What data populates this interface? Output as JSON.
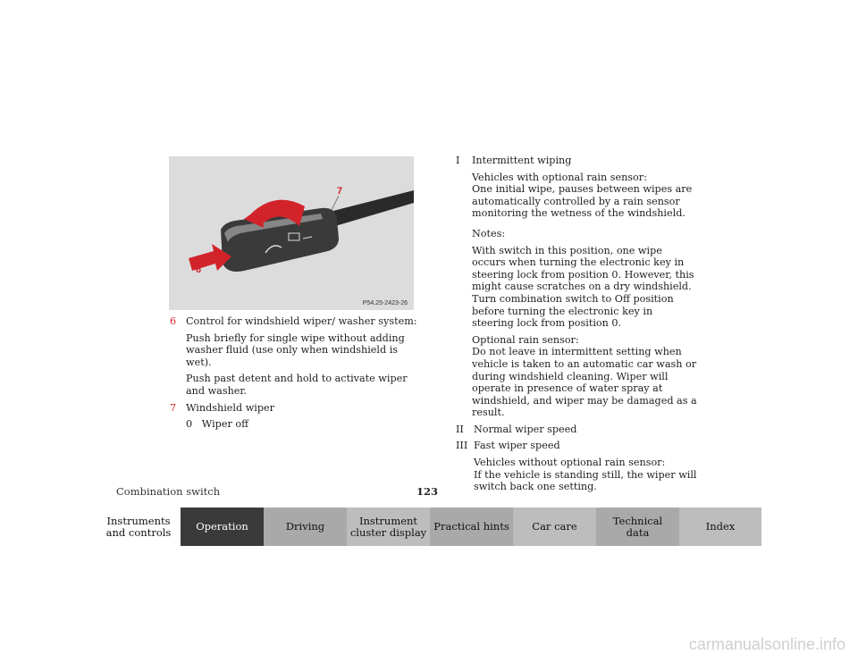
{
  "figure": {
    "code": "P54.25-2423-26",
    "callouts": [
      "7",
      "6"
    ],
    "accent_color": "#d2232a"
  },
  "left": {
    "item6": {
      "number": "6",
      "title": "Control for windshield wiper/ washer system:",
      "p1": "Push briefly for single wipe without adding washer fluid (use only when windshield is wet).",
      "p2": "Push past detent and hold to activate wiper and washer."
    },
    "item7": {
      "number": "7",
      "title": "Windshield wiper",
      "pos0_key": "0",
      "pos0_text": "Wiper off"
    }
  },
  "right": {
    "I": {
      "key": "I",
      "title": "Intermittent wiping",
      "p1a": "Vehicles with optional rain sensor:",
      "p1b": "One initial wipe, pauses between wipes are automatically controlled by a rain sensor monitoring the wetness of the windshield.",
      "notes": "Notes:",
      "p2": "With switch in this position, one wipe occurs when turning the electronic key in steering lock from position 0. However, this might cause scratches on a dry windshield. Turn combination switch to Off position before turning the electronic key in steering lock from position 0.",
      "p3a": "Optional rain sensor:",
      "p3b": "Do not leave in intermittent setting when vehicle is taken to an automatic car wash or during windshield cleaning. Wiper will operate in presence of water spray at windshield, and wiper may be damaged as a result."
    },
    "II": {
      "key": "II",
      "title": "Normal wiper speed"
    },
    "III": {
      "key": "III",
      "title": "Fast wiper speed",
      "p1a": "Vehicles without optional rain sensor:",
      "p1b": "If the vehicle is standing still, the wiper will switch back one setting."
    }
  },
  "footer": {
    "section_title": "Combination switch",
    "page_number": "123"
  },
  "nav": {
    "tabs": [
      {
        "l1": "Instruments",
        "l2": "and controls"
      },
      {
        "l1": "Operation",
        "l2": ""
      },
      {
        "l1": "Driving",
        "l2": ""
      },
      {
        "l1": "Instrument",
        "l2": "cluster display"
      },
      {
        "l1": "Practical hints",
        "l2": ""
      },
      {
        "l1": "Car care",
        "l2": ""
      },
      {
        "l1": "Technical",
        "l2": "data"
      },
      {
        "l1": "Index",
        "l2": ""
      }
    ],
    "active_index": 1
  },
  "watermark": "carmanualsonline.info"
}
